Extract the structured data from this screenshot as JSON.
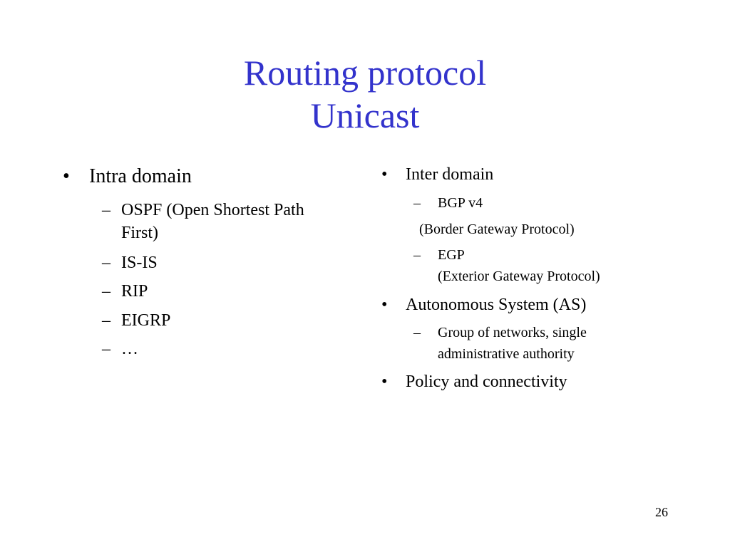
{
  "slide": {
    "title": {
      "line1": "Routing protocol",
      "line2": "Unicast"
    },
    "left_column": {
      "heading": "Intra domain",
      "items": [
        {
          "line1": "OSPF (Open Shortest Path",
          "line2": "First)"
        },
        {
          "text": "IS-IS"
        },
        {
          "text": "RIP"
        },
        {
          "text": "EIGRP"
        },
        {
          "text": "…"
        }
      ]
    },
    "right_column": {
      "inter_domain": {
        "heading": "Inter domain",
        "bgp": "BGP v4",
        "bgp_desc": "(Border Gateway Protocol)",
        "egp": "EGP",
        "egp_desc": "(Exterior Gateway Protocol)"
      },
      "autonomous_system": {
        "heading": "Autonomous System (AS)",
        "desc_line1": "Group of networks, single",
        "desc_line2": "administrative authority"
      },
      "policy": "Policy and connectivity"
    },
    "page_number": "26",
    "symbols": {
      "bullet": "•",
      "dash": "–"
    },
    "colors": {
      "title": "#3333cc",
      "text": "#000000",
      "background": "#ffffff"
    }
  }
}
